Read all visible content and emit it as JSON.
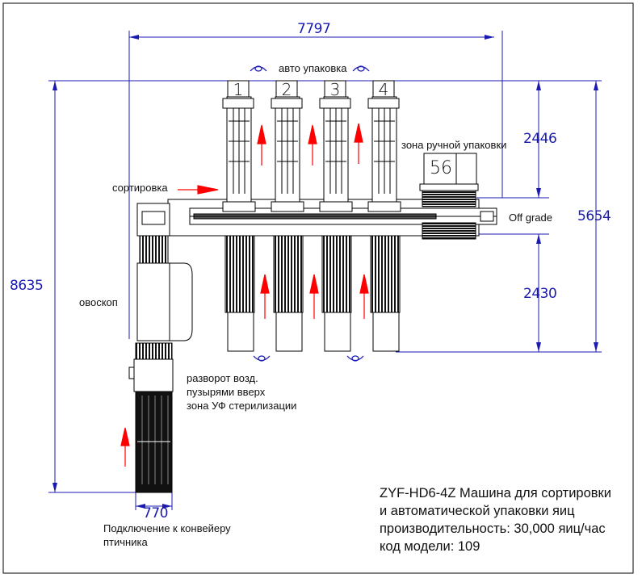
{
  "dimensions": {
    "overall_width": "7797",
    "overall_height": "8635",
    "right_height": "5654",
    "upper_depth": "2446",
    "lower_depth": "2430",
    "infeed_width": "770"
  },
  "labels": {
    "auto_packing": "авто упаковка",
    "sorting": "сортировка",
    "manual_packing_zone": "зона ручной упаковки",
    "off_grade": "Off grade",
    "ovoscope": "овоскоп",
    "turnover_line1": "разворот возд.",
    "turnover_line2": "пузырями вверх",
    "uv_zone": "зона УФ стерилизации",
    "connection_line1": "Подключение к конвейеру",
    "connection_line2": "птичника"
  },
  "packer_numbers": [
    "1",
    "2",
    "3",
    "4"
  ],
  "manual_station_numbers": "56",
  "title_block": [
    "ZYF-HD6-4Z Машина для сортировки",
    "и автоматической упаковки яиц",
    "производительность: 30,000 яиц/час",
    "код модели: 109"
  ],
  "colors": {
    "dimension": "#1a1ab0",
    "arrow": "#ff0000",
    "drawing": "#000000"
  }
}
